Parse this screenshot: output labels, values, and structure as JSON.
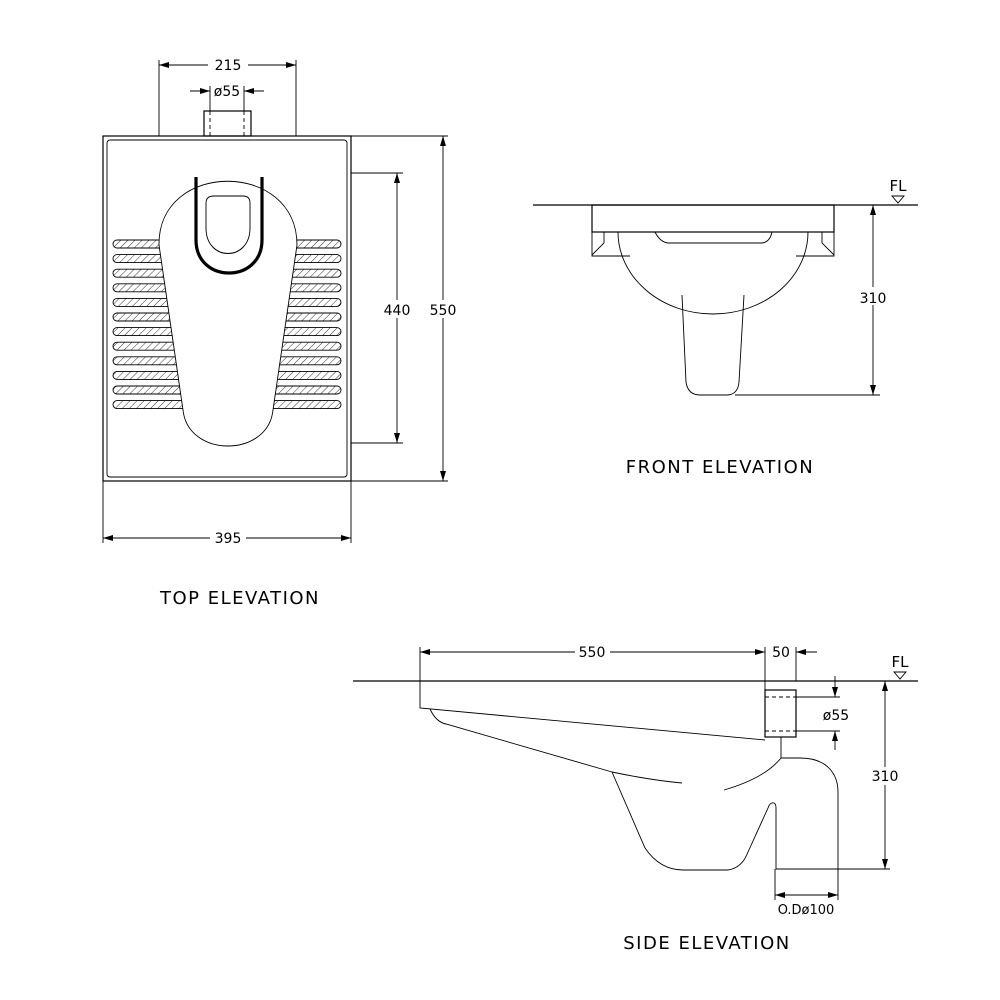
{
  "top_elevation": {
    "title": "TOP ELEVATION",
    "dim_outlet_spacing": "215",
    "dim_outlet_dia": "ø55",
    "dim_inner_length": "440",
    "dim_total_length": "550",
    "dim_width": "395",
    "grip_rows": 12
  },
  "front_elevation": {
    "title": "FRONT ELEVATION",
    "floor_label": "FL",
    "dim_depth": "310"
  },
  "side_elevation": {
    "title": "SIDE ELEVATION",
    "floor_label": "FL",
    "dim_length": "550",
    "dim_outlet_length": "50",
    "dim_inlet_dia": "ø55",
    "dim_depth": "310",
    "dim_outlet_od": "O.Dø100"
  }
}
